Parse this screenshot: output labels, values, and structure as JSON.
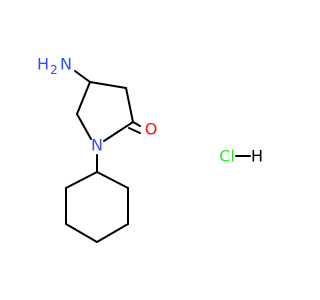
{
  "molecule": {
    "amino": {
      "hydrogen": "H",
      "subscript": "2",
      "nitrogen": "N"
    },
    "ring_nitrogen": "N",
    "carbonyl_oxygen": "O",
    "salt": {
      "chlorine": "Cl",
      "hydrogen": "H"
    }
  },
  "colors": {
    "nitrogen": "#3050F8",
    "oxygen": "#FF0D0D",
    "chlorine": "#1FF01F",
    "bond": "#000000"
  }
}
